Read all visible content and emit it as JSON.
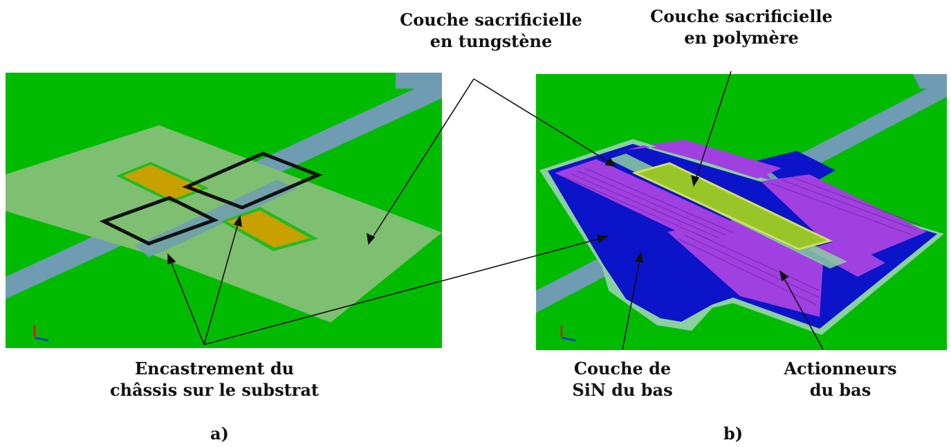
{
  "labels": {
    "tungsten_line1": "Couche sacrificielle",
    "tungsten_line2": "en tungstène",
    "polymer_line1": "Couche sacrificielle",
    "polymer_line2": "en polymère",
    "anchor_line1": "Encastrement du",
    "anchor_line2": "châssis sur le substrat",
    "sin_line1": "Couche de",
    "sin_line2": "SiN du bas",
    "actuator_line1": "Actionneurs",
    "actuator_line2": "du bas"
  },
  "panels": {
    "a_label": "a)",
    "b_label": "b)"
  },
  "colors": {
    "background_green": "#00bb00",
    "signal_line": "#6f9cb2",
    "tungsten_layer": "#7fbf72",
    "gold_actuator": "#c8a000",
    "sin_layer": "#0b14c8",
    "actuator_purple": "#a040e0",
    "polymer_layer": "#98c628"
  }
}
